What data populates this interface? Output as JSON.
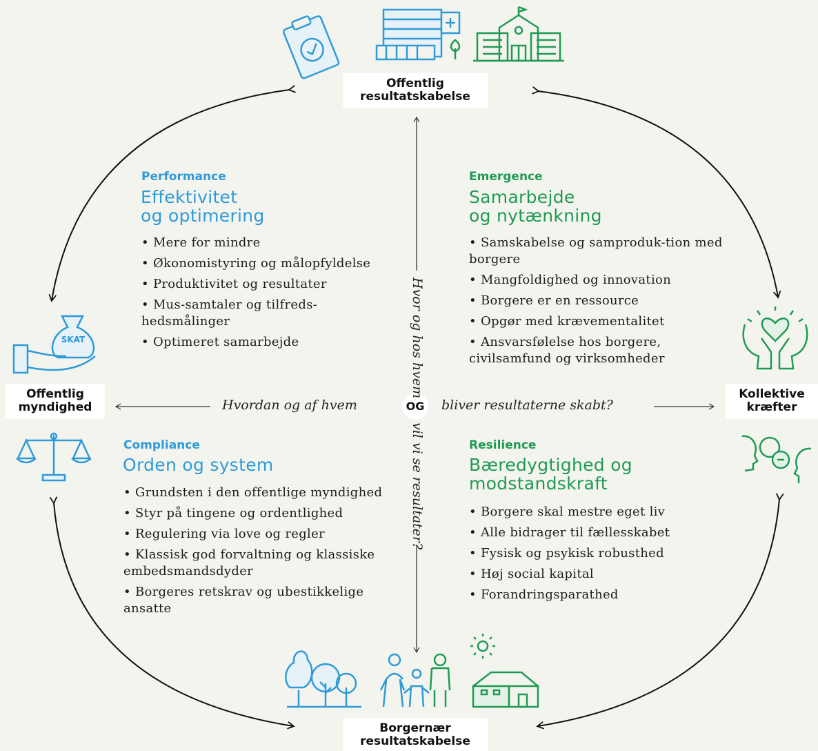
{
  "corners": {
    "top": "Offentlig resultatskabelse",
    "top_line1": "Offentlig",
    "top_line2": "resultatskabelse",
    "bottom_line1": "Borgernær",
    "bottom_line2": "resultatskabelse",
    "left_line1": "Offentlig",
    "left_line2": "myndighed",
    "right_line1": "Kollektive",
    "right_line2": "kræfter"
  },
  "center": {
    "left_question": "Hvordan og af hvem",
    "og": "OG",
    "right_question": "bliver resultaterne skabt?",
    "top_question": "Hvor og hos hvem",
    "bottom_question": "vil vi se resultater?"
  },
  "quadrants": {
    "performance": {
      "tag": "Performance",
      "title_line1": "Effektivitet",
      "title_line2": "og optimering",
      "items": [
        "• Mere for mindre",
        "• Økonomistyring og målopfyldelse",
        "• Produktivitet og resultater",
        "• Mus-samtaler og tilfreds-hedsmålinger",
        "• Optimeret samarbejde"
      ]
    },
    "emergence": {
      "tag": "Emergence",
      "title_line1": "Samarbejde",
      "title_line2": "og nytænkning",
      "items": [
        "• Samskabelse og samproduk-tion med borgere",
        "• Mangfoldighed og innovation",
        "• Borgere er en ressource",
        "• Opgør med krævementalitet",
        "• Ansvarsfølelse hos borgere, civilsamfund og virksomheder"
      ]
    },
    "compliance": {
      "tag": "Compliance",
      "title_line1": "Orden og system",
      "items": [
        "• Grundsten i den offentlige myndighed",
        "• Styr på tingene og ordentlighed",
        "• Regulering via love og regler",
        "• Klassisk god forvaltning og klassiske embedsmandsdyder",
        "• Borgeres retskrav og ubestikkelige ansatte"
      ]
    },
    "resilience": {
      "tag": "Resilience",
      "title_line1": "Bæredygtighed og",
      "title_line2": "modstandskraft",
      "items": [
        "• Borgere skal mestre eget liv",
        "• Alle bidrager til fællesskabet",
        "• Fysisk og psykisk robusthed",
        "• Høj social kapital",
        "• Forandringsparathed"
      ]
    }
  },
  "icons": {
    "tax_bag_label": "SKAT"
  },
  "colors": {
    "blue": "#2e9ad8",
    "green": "#1f9a52",
    "background": "#f4f4ef"
  }
}
